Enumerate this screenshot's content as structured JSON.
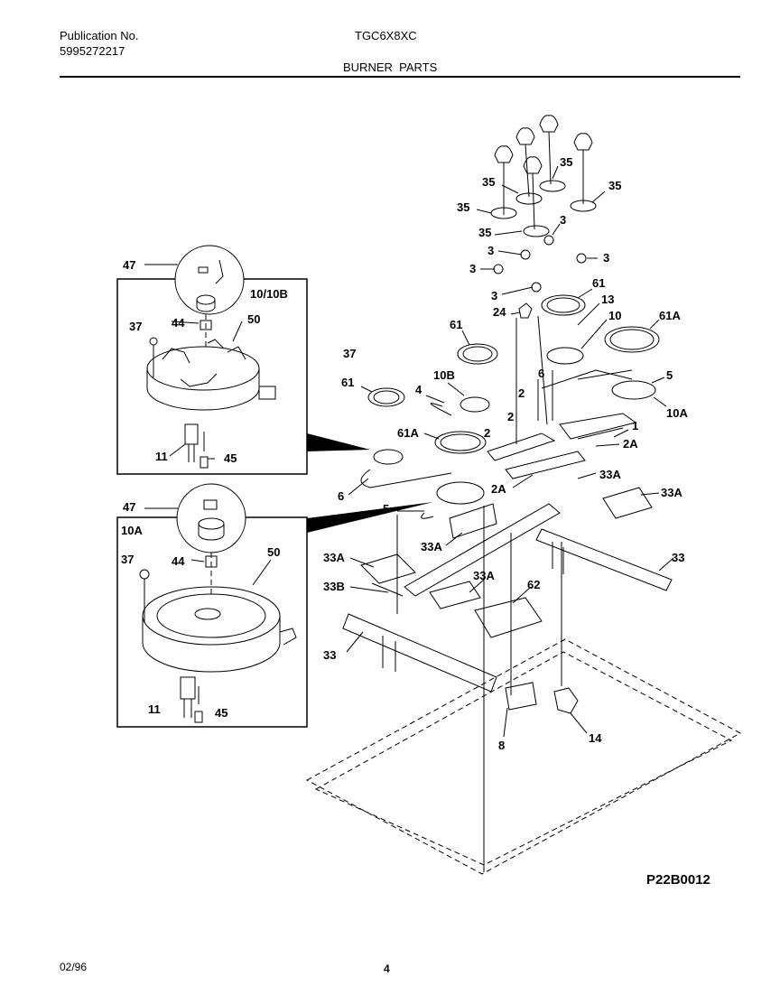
{
  "header": {
    "pub_label": "Publication No.",
    "pub_number": "5995272217",
    "model": "TGC6X8XC",
    "section": "BURNER  PARTS"
  },
  "footer": {
    "date": "02/96",
    "page": "4"
  },
  "diagram_code": "P22B0012",
  "inset_top": {
    "title": "10/10B",
    "callouts": [
      "47",
      "37",
      "44",
      "50",
      "11",
      "45"
    ]
  },
  "inset_bottom": {
    "title": "10A",
    "callouts": [
      "47",
      "37",
      "44",
      "50",
      "11",
      "45"
    ]
  },
  "callouts": {
    "c35a": "35",
    "c35b": "35",
    "c35c": "35",
    "c35d": "35",
    "c35e": "35",
    "c3a": "3",
    "c3b": "3",
    "c3c": "3",
    "c3d": "3",
    "c3e": "3",
    "c61a": "61",
    "c61b": "61",
    "c61c": "61",
    "c61Aa": "61A",
    "c61Ab": "61A",
    "c13": "13",
    "c24": "24",
    "c10": "10",
    "c10B": "10B",
    "c10A": "10A",
    "c37": "37",
    "c4": "4",
    "c6a": "6",
    "c6b": "6",
    "c5a": "5",
    "c5b": "5",
    "c2a": "2",
    "c2b": "2",
    "c2c": "2",
    "c1": "1",
    "c2Aa": "2A",
    "c2Ab": "2A",
    "c33Aa": "33A",
    "c33Ab": "33A",
    "c33Ac": "33A",
    "c33Ad": "33A",
    "c33Ae": "33A",
    "c33a": "33",
    "c33b": "33",
    "c33B": "33B",
    "c62": "62",
    "c8": "8",
    "c14": "14"
  }
}
